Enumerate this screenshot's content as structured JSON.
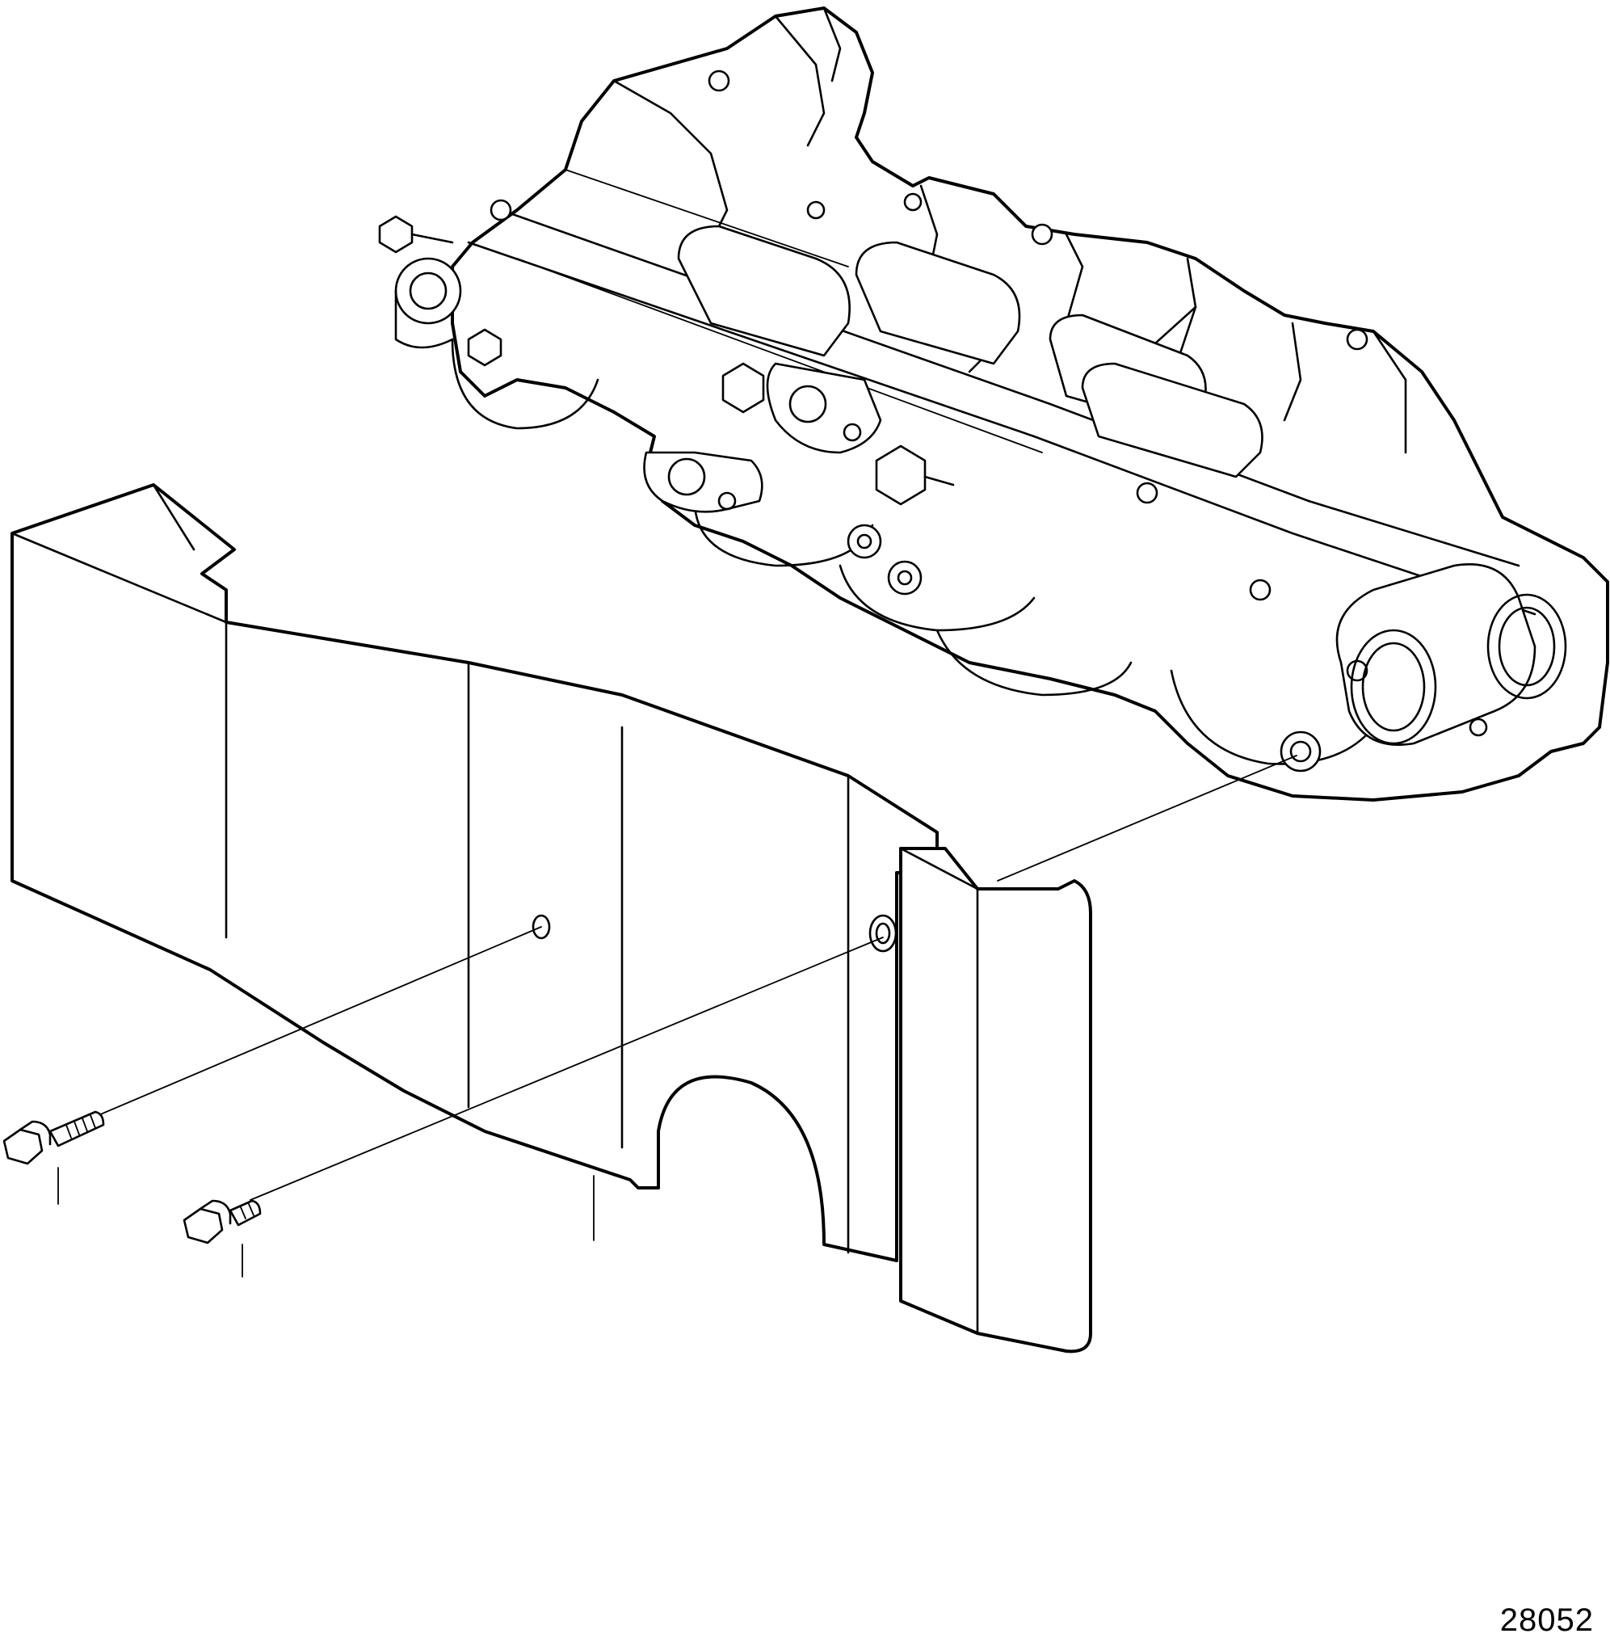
{
  "figure": {
    "number": "28052"
  },
  "parts": [
    {
      "name": "exhaust-manifold",
      "icon": "manifold-drawing"
    },
    {
      "name": "heat-shield",
      "icon": "shield-plate-drawing"
    },
    {
      "name": "flange-bolt-long",
      "icon": "hex-bolt-icon"
    },
    {
      "name": "flange-bolt-short",
      "icon": "hex-bolt-icon"
    }
  ],
  "colors": {
    "line": "#000000",
    "background": "#ffffff"
  }
}
